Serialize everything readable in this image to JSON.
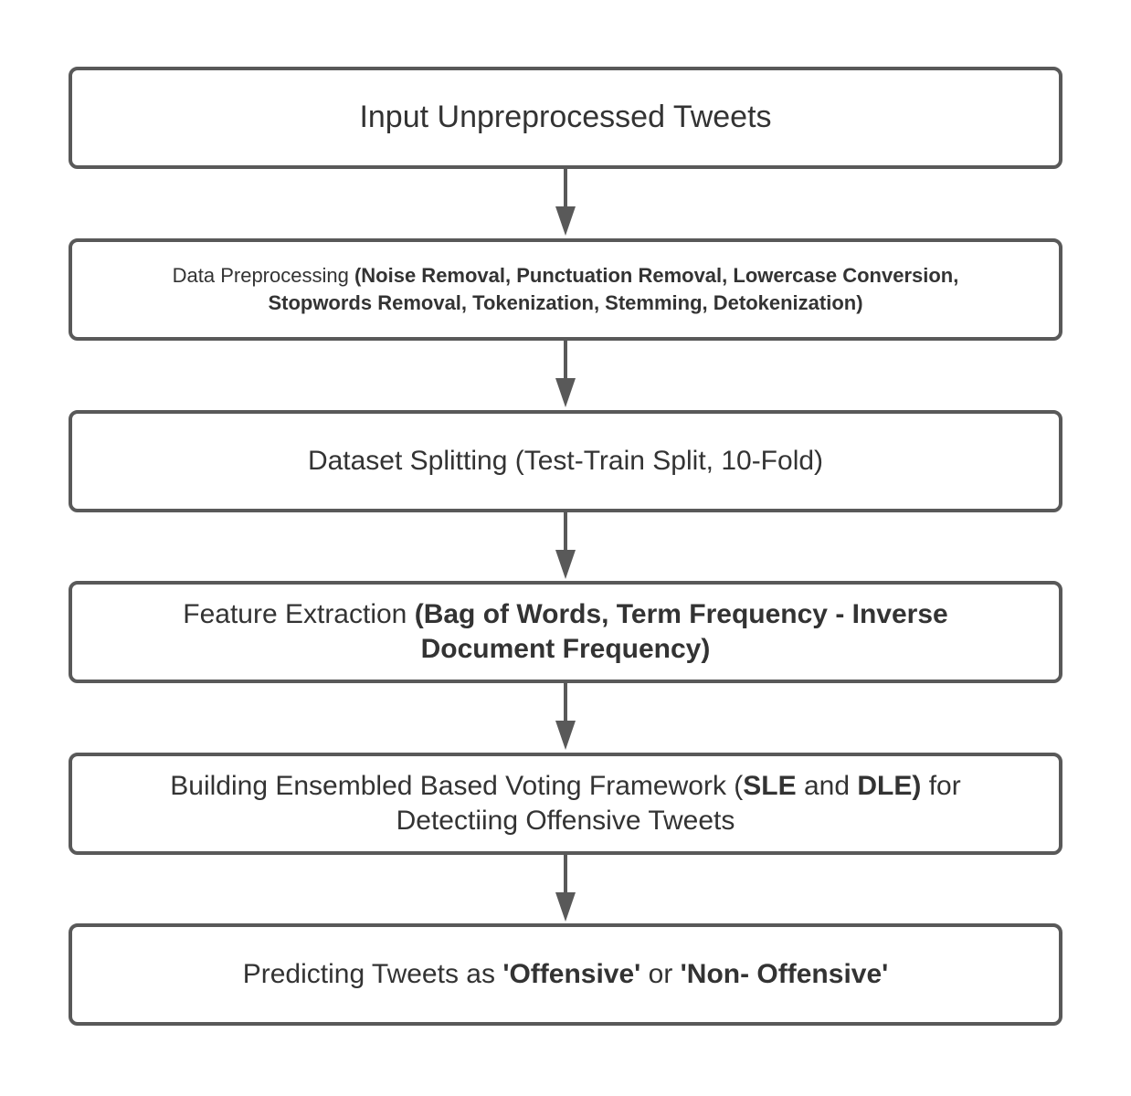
{
  "steps": [
    {
      "segments": [
        {
          "text": "Input Unpreprocessed Tweets",
          "bold": false
        }
      ]
    },
    {
      "segments": [
        {
          "text": "Data Preprocessing ",
          "bold": false
        },
        {
          "text": "(Noise Removal, Punctuation Removal, Lowercase Conversion,",
          "bold": true
        },
        {
          "text": "Stopwords Removal, Tokenization, Stemming, Detokenization)",
          "bold": true
        }
      ]
    },
    {
      "segments": [
        {
          "text": "Dataset Splitting (Test-Train Split, 10-Fold)",
          "bold": false
        }
      ]
    },
    {
      "segments": [
        {
          "text": "Feature Extraction ",
          "bold": false
        },
        {
          "text": "(Bag of Words, Term Frequency - Inverse",
          "bold": true
        },
        {
          "text": "Document Frequency)",
          "bold": true
        }
      ]
    },
    {
      "segments": [
        {
          "text": "Building Ensembled Based Voting Framework (",
          "bold": false
        },
        {
          "text": "SLE",
          "bold": true
        },
        {
          "text": " and ",
          "bold": false
        },
        {
          "text": "DLE)",
          "bold": true
        },
        {
          "text": " for",
          "bold": false
        },
        {
          "text": "Detectiing Offensive Tweets",
          "bold": false
        }
      ]
    },
    {
      "segments": [
        {
          "text": "Predicting Tweets as ",
          "bold": false
        },
        {
          "text": "'Offensive'",
          "bold": true
        },
        {
          "text": " or ",
          "bold": false
        },
        {
          "text": "'Non- Offensive'",
          "bold": true
        }
      ]
    }
  ]
}
